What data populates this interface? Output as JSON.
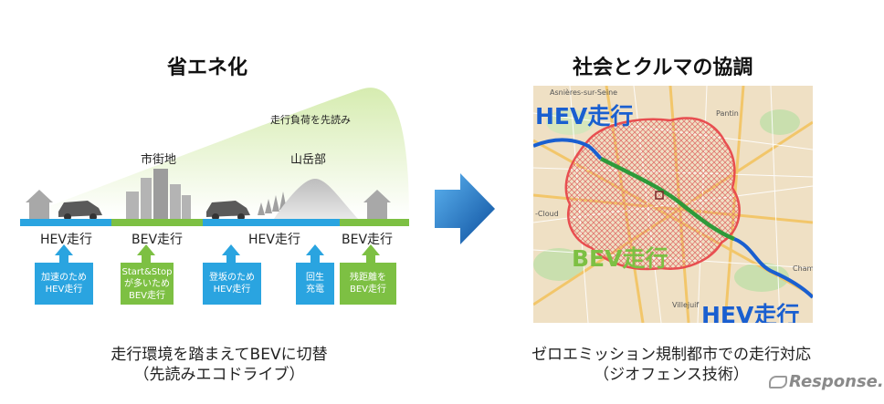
{
  "left_panel": {
    "title": "省エネ化",
    "look_ahead_label": "走行負荷を先読み",
    "city_label": "市街地",
    "mountain_label": "山岳部",
    "segments": [
      "HEV走行",
      "BEV走行",
      "HEV走行",
      "BEV走行"
    ],
    "boxes": [
      {
        "lines": [
          "加速のため",
          "HEV走行"
        ],
        "color": "blue"
      },
      {
        "lines": [
          "Start&Stop",
          "が多いため",
          "BEV走行"
        ],
        "color": "green"
      },
      {
        "lines": [
          "登坂のため",
          "HEV走行"
        ],
        "color": "blue"
      },
      {
        "lines": [
          "回生",
          "充電"
        ],
        "color": "blue"
      },
      {
        "lines": [
          "残距離を",
          "BEV走行"
        ],
        "color": "green"
      }
    ],
    "caption_line1": "走行環境を踏まえてBEVに切替",
    "caption_line2": "（先読みエコドライブ）"
  },
  "right_panel": {
    "title": "社会とクルマの協調",
    "map_labels": {
      "hev_top": "HEV走行",
      "bev": "BEV走行",
      "hev_bottom": "HEV走行"
    },
    "map_place_names": [
      "Asnières-sur-Seine",
      "Pantin",
      "-Cloud",
      "Villejuif",
      "Cham"
    ],
    "caption_line1": "ゼロエミッション規制都市での走行対応",
    "caption_line2": "（ジオフェンス技術）"
  },
  "watermark": "Response.",
  "colors": {
    "blue_box": "#2aa4e0",
    "green_box": "#7dc043",
    "hev_route": "#1a5fd0",
    "bev_route": "#2e9a3a",
    "zone_outline": "#e8474a",
    "arrow": "#1e7ad0"
  }
}
